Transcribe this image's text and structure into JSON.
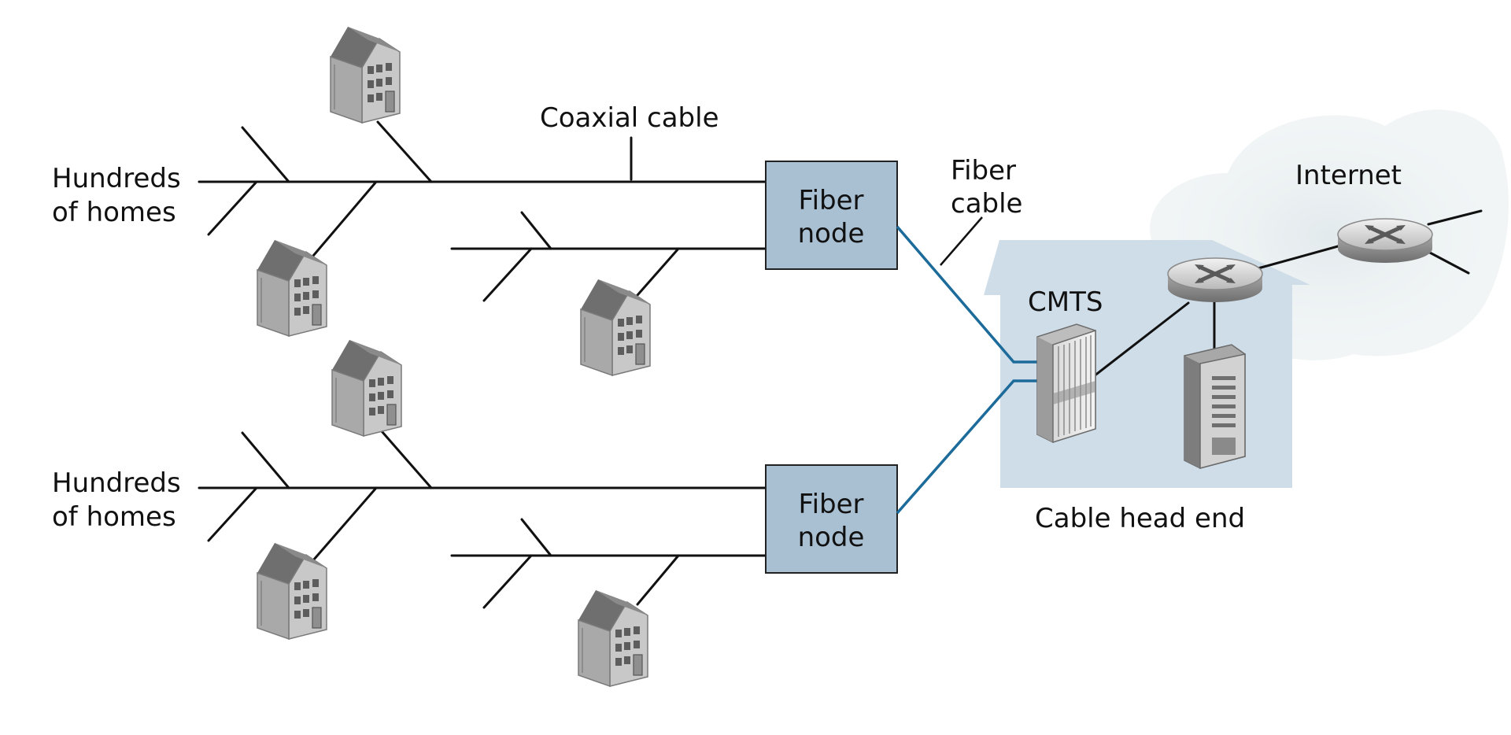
{
  "labels": {
    "homes_top": [
      "Hundreds",
      "of homes"
    ],
    "homes_bottom": [
      "Hundreds",
      "of homes"
    ],
    "coaxial_cable": "Coaxial cable",
    "fiber_cable": [
      "Fiber",
      "cable"
    ],
    "fiber_node_top": [
      "Fiber",
      "node"
    ],
    "fiber_node_bottom": [
      "Fiber",
      "node"
    ],
    "cmts": "CMTS",
    "internet": "Internet",
    "cable_head_end": "Cable head end"
  },
  "colors": {
    "fiber_node_fill": "#a9c0d3",
    "head_end_fill": "#cfdde8",
    "internet_cloud": "#e4eaee",
    "fiber_line": "#1d6b9a",
    "coax_line": "#111111"
  },
  "icons": {
    "house": "house-icon",
    "router": "router-icon",
    "cmts": "cmts-rack-icon",
    "server": "server-tower-icon"
  }
}
